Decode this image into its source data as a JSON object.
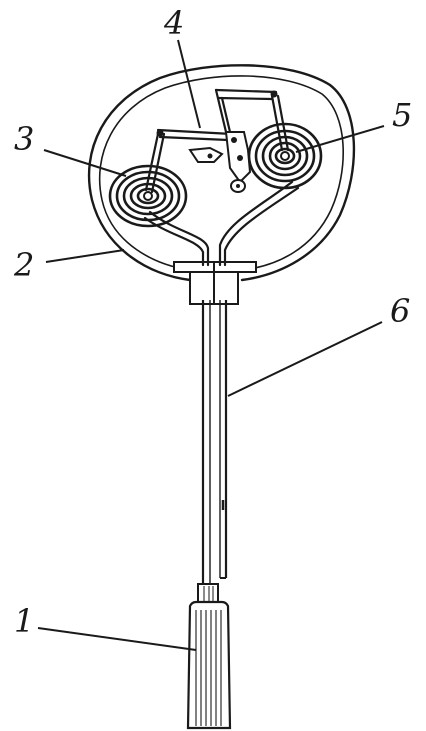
{
  "diagram": {
    "callouts": [
      {
        "id": "probe-handle",
        "label": "1"
      },
      {
        "id": "casing-outline",
        "label": "2"
      },
      {
        "id": "left-spiral-coil",
        "label": "3"
      },
      {
        "id": "linkage-mechanism",
        "label": "4"
      },
      {
        "id": "right-spiral-coil",
        "label": "5"
      },
      {
        "id": "stem-tube",
        "label": "6"
      }
    ],
    "colors": {
      "ink": "#1a1a1a",
      "background": "#ffffff"
    }
  }
}
